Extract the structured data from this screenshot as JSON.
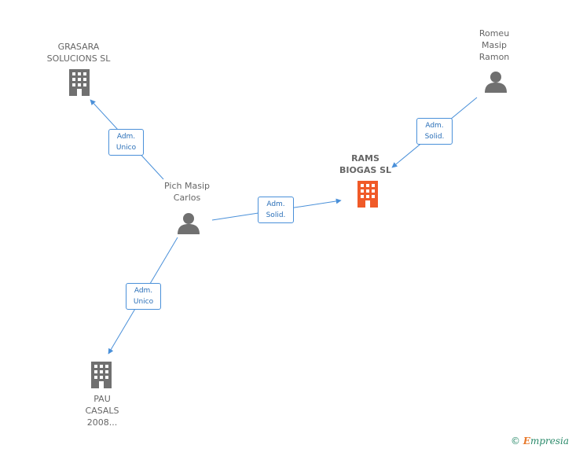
{
  "nodes": {
    "grasara": {
      "lines": [
        "GRASARA",
        "SOLUCIONS SL"
      ]
    },
    "romeu": {
      "lines": [
        "Romeu",
        "Masip",
        "Ramon"
      ]
    },
    "rams": {
      "lines": [
        "RAMS",
        "BIOGAS SL"
      ]
    },
    "pich": {
      "lines": [
        "Pich Masip",
        "Carlos"
      ]
    },
    "pau": {
      "lines": [
        "PAU",
        "CASALS",
        "2008..."
      ]
    }
  },
  "edges": {
    "pich_grasara": {
      "lines": [
        "Adm.",
        "Unico"
      ]
    },
    "romeu_rams": {
      "lines": [
        "Adm.",
        "Solid."
      ]
    },
    "pich_rams": {
      "lines": [
        "Adm.",
        "Solid."
      ]
    },
    "pich_pau": {
      "lines": [
        "Adm.",
        "Unico"
      ]
    }
  },
  "colors": {
    "edge": "#4a90d9",
    "building": "#707070",
    "building_main": "#f05a28",
    "person": "#707070"
  },
  "footer": {
    "copyright": "©",
    "brand_initial": "E",
    "brand_rest": "mpresia"
  }
}
